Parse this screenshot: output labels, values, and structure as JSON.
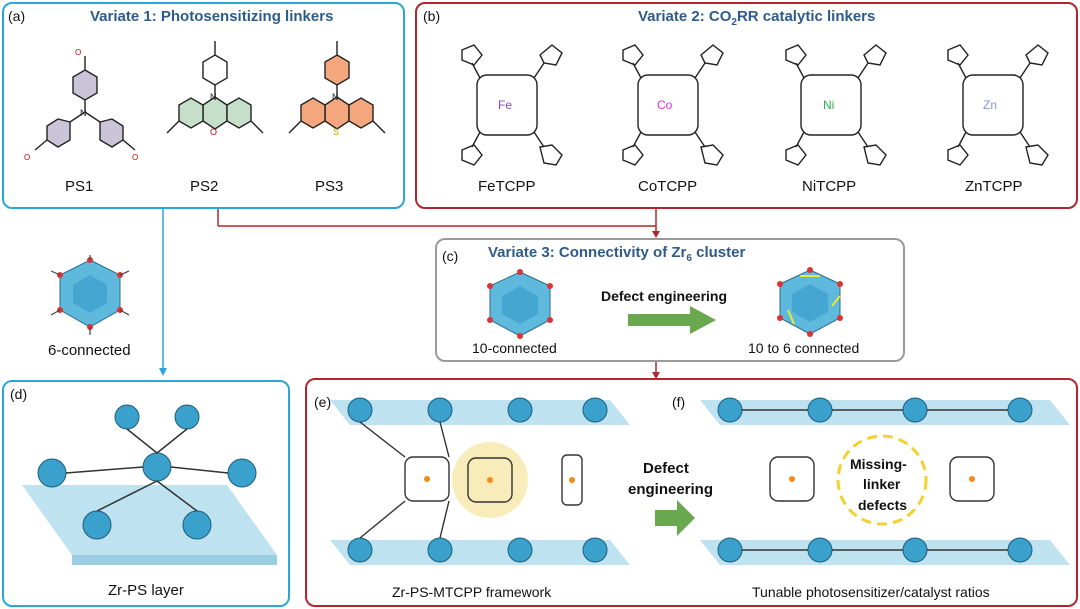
{
  "panels": {
    "a": {
      "label": "(a)",
      "title": "Variate 1: Photosensitizing linkers",
      "molecules": [
        "PS1",
        "PS2",
        "PS3"
      ]
    },
    "b": {
      "label": "(b)",
      "title_prefix": "Variate 2: CO",
      "title_sub": "2",
      "title_suffix": "RR catalytic linkers",
      "molecules": [
        "FeTCPP",
        "CoTCPP",
        "NiTCPP",
        "ZnTCPP"
      ],
      "metals": [
        "Fe",
        "Co",
        "Ni",
        "Zn"
      ]
    },
    "c": {
      "label": "(c)",
      "title_prefix": "Variate 3: Connectivity of Zr",
      "title_sub": "6",
      "title_suffix": " cluster",
      "left_caption": "10-connected",
      "arrow_label": "Defect engineering",
      "right_caption": "10 to 6 connected"
    },
    "d": {
      "label": "(d)",
      "caption": "Zr-PS layer"
    },
    "e": {
      "label": "(e)",
      "caption": "Zr-PS-MTCPP framework"
    },
    "f": {
      "label": "(f)",
      "caption": "Tunable photosensitizer/catalyst ratios",
      "defect_label_1": "Missing-",
      "defect_label_2": "linker",
      "defect_label_3": "defects"
    },
    "mid_arrow": {
      "line1": "Defect",
      "line2": "engineering"
    }
  },
  "cluster_6": {
    "caption": "6-connected"
  },
  "heteroatoms": {
    "ps1": "N",
    "ps2_top": "N",
    "ps2_bottom": "O",
    "ps3_top": "N",
    "ps3_bottom": "S"
  },
  "colors": {
    "blue_frame": "#2aa7d9",
    "red_frame": "#b2272d",
    "title": "#2e5c8a",
    "arrow_green": "#6aa84f",
    "fe": "#8b3fd1",
    "co": "#e62ee6",
    "ni": "#2fae4a",
    "zn": "#8a8fd6"
  }
}
